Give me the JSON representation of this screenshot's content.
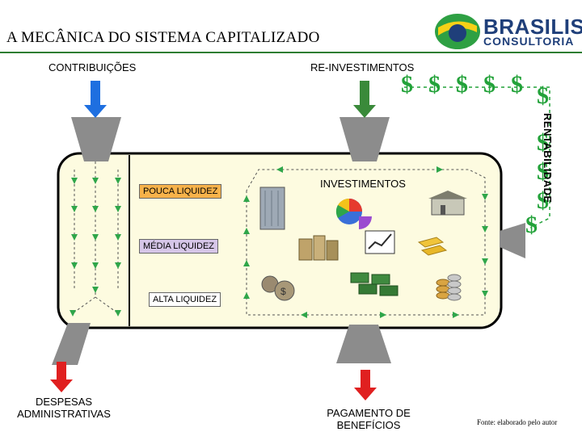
{
  "header": {
    "title": "A MECÂNICA DO SISTEMA CAPITALIZADO",
    "brand_name": "BRASILIS",
    "brand_sub": "CONSULTORIA"
  },
  "labels": {
    "contribuicoes": "CONTRIBUIÇÕES",
    "reinvestimentos": "RE-INVESTIMENTOS",
    "rentabilidade": "RENTABILIDADE",
    "investimentos": "INVESTIMENTOS",
    "pouca_liquidez": "POUCA LIQUIDEZ",
    "media_liquidez": "MÉDIA LIQUIDEZ",
    "alta_liquidez": "ALTA LIQUIDEZ",
    "despesas_line1": "DESPESAS",
    "despesas_line2": "ADMINISTRATIVAS",
    "pagamento_line1": "PAGAMENTO DE",
    "pagamento_line2": "BENEFÍCIOS"
  },
  "dollar_symbol": "$",
  "footer": {
    "source": "Fonte: elaborado pelo autor"
  },
  "colors": {
    "tank_fill": "#fdfbe0",
    "tank_border": "#000000",
    "funnel": "#8c8c8c",
    "arrow_blue": "#1e6fe0",
    "arrow_green": "#3a8a3a",
    "arrow_red": "#e02020",
    "flow_green": "#2fa64a",
    "dollar_green": "#23a23a",
    "pouca_bg": "#f7b24a",
    "media_bg": "#d6c6e8",
    "brand_blue": "#1f3f7a"
  }
}
